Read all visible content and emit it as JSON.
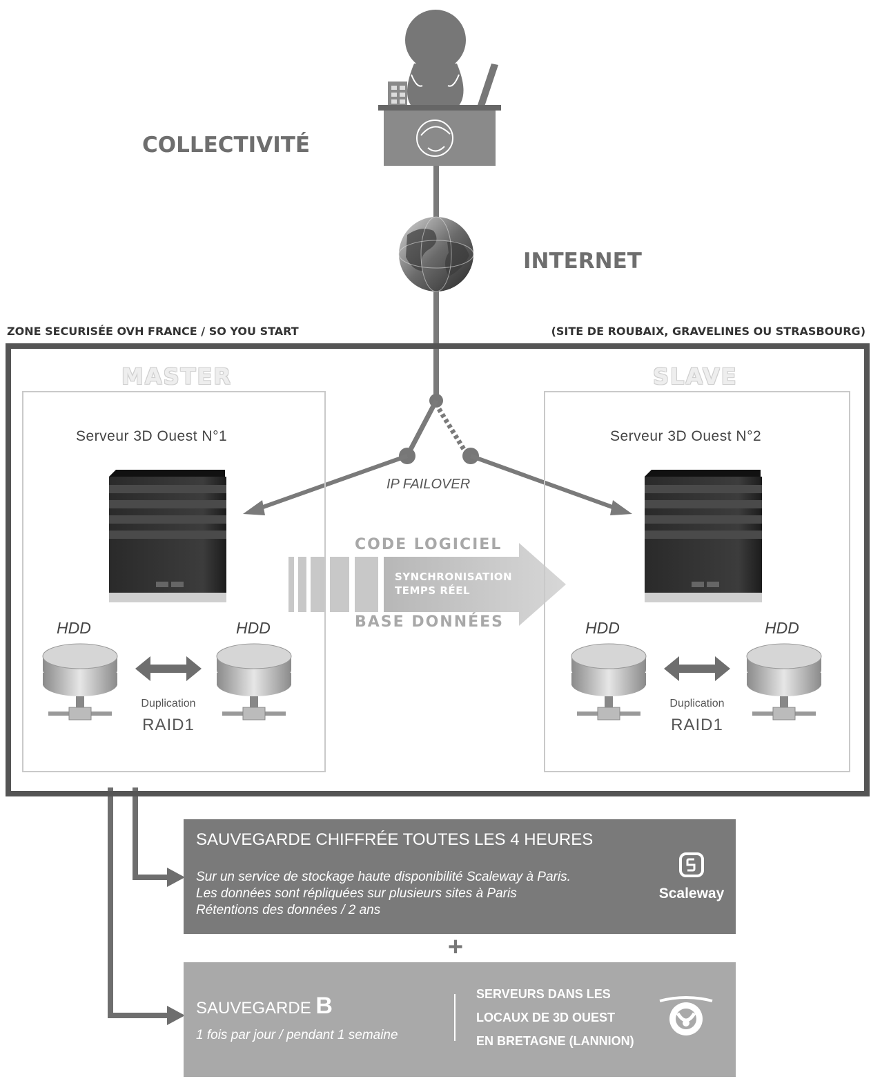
{
  "labels": {
    "collectivite": "COLLECTIVITÉ",
    "internet": "INTERNET",
    "zone_left": "ZONE SECURISÉE OVH FRANCE / SO YOU START",
    "zone_right": "(SITE DE ROUBAIX, GRAVELINES OU STRASBOURG)",
    "ip_failover": "IP FAILOVER"
  },
  "master": {
    "title": "MASTER",
    "server": "Serveur 3D Ouest N°1",
    "hdd_left": "HDD",
    "hdd_right": "HDD",
    "duplication": "Duplication",
    "raid": "RAID1"
  },
  "slave": {
    "title": "SLAVE",
    "server": "Serveur 3D Ouest N°2",
    "hdd_left": "HDD",
    "hdd_right": "HDD",
    "duplication": "Duplication",
    "raid": "RAID1"
  },
  "sync": {
    "top": "CODE LOGICIEL",
    "line1": "SYNCHRONISATION",
    "line2": "TEMPS RÉEL",
    "bottom": "BASE DONNÉES"
  },
  "backup_a": {
    "title": "SAUVEGARDE CHIFFRÉE TOUTES LES 4 HEURES",
    "line1": "Sur un service de stockage haute disponibilité Scaleway à Paris.",
    "line2": "Les données sont répliquées sur plusieurs sites à Paris",
    "line3": "Rétentions des données / 2 ans",
    "logo_text": "Scaleway"
  },
  "plus": "+",
  "backup_b": {
    "title_prefix": "SAUVEGARDE ",
    "title_letter": "B",
    "subtitle": "1 fois par jour / pendant 1 semaine",
    "right1": "SERVEURS DANS LES",
    "right2": "LOCAUX DE 3D OUEST",
    "right3": "EN BRETAGNE (LANNION)"
  }
}
